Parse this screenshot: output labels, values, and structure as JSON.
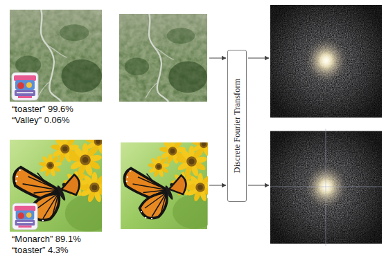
{
  "diagram": {
    "nodes": [
      {
        "text": [
          "Discrete Fourier Transform"
        ]
      }
    ],
    "labels": [
      "“toaster” 99.6%",
      "“Valley” 0.06%",
      "“Monarch” 89.1%",
      "“toaster” 4.3%"
    ]
  }
}
